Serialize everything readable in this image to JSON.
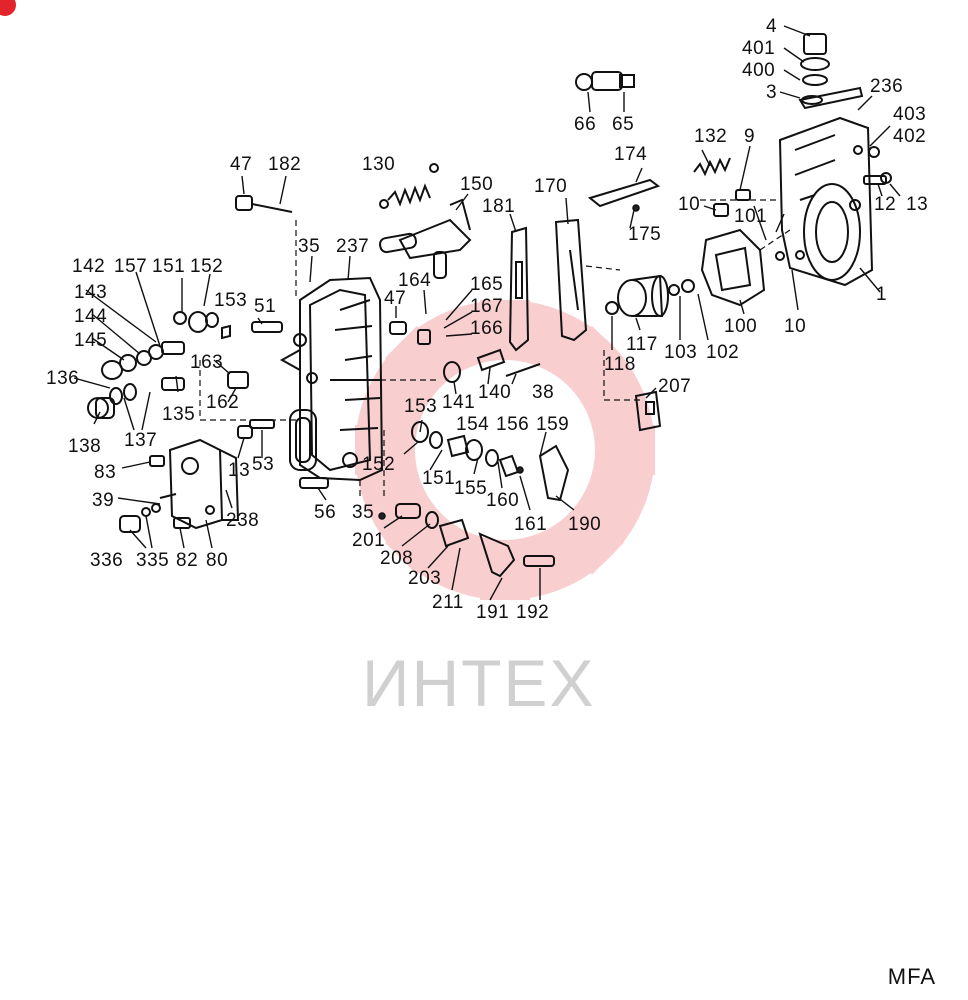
{
  "watermark": {
    "text": "ИНТЕХ",
    "color": "#e3242b"
  },
  "footer": {
    "code": "MFA"
  },
  "labels": {
    "l4": "4",
    "l401": "401",
    "l400": "400",
    "l3": "3",
    "l236": "236",
    "l403": "403",
    "l402": "402",
    "l66": "66",
    "l65": "65",
    "l132": "132",
    "l9": "9",
    "l10a": "10",
    "l12": "12",
    "l13a": "13",
    "l47a": "47",
    "l182": "182",
    "l130": "130",
    "l150": "150",
    "l174": "174",
    "l170": "170",
    "l181": "181",
    "l175": "175",
    "l101": "101",
    "l1": "1",
    "l10b": "10",
    "l35a": "35",
    "l237": "237",
    "l164": "164",
    "l165": "165",
    "l167": "167",
    "l166": "166",
    "l142": "142",
    "l157": "157",
    "l151a": "151",
    "l152a": "152",
    "l153a": "153",
    "l51": "51",
    "l47b": "47",
    "l143": "143",
    "l144": "144",
    "l145": "145",
    "l136": "136",
    "l163": "163",
    "l162": "162",
    "l135": "135",
    "l137": "137",
    "l138": "138",
    "l13b": "13",
    "l53": "53",
    "l117": "117",
    "l103": "103",
    "l102": "102",
    "l100": "100",
    "l118": "118",
    "l140": "140",
    "l38": "38",
    "l141": "141",
    "l207": "207",
    "l153b": "153",
    "l152b": "152",
    "l151b": "151",
    "l154": "154",
    "l156": "156",
    "l159": "159",
    "l155": "155",
    "l160": "160",
    "l161": "161",
    "l190": "190",
    "l83": "83",
    "l39": "39",
    "l238": "238",
    "l56": "56",
    "l35b": "35",
    "l201": "201",
    "l208": "208",
    "l203": "203",
    "l211": "211",
    "l191": "191",
    "l192": "192",
    "l336": "336",
    "l335": "335",
    "l82": "82",
    "l80": "80"
  }
}
